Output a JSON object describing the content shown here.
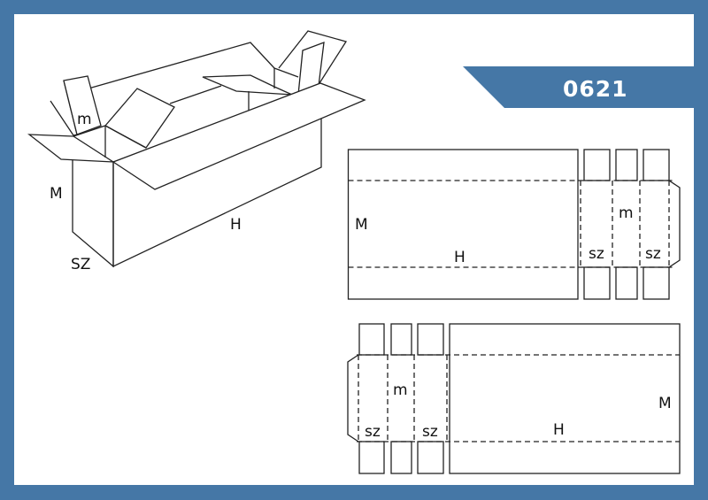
{
  "code": "0621",
  "colors": {
    "frame": "#4577a6",
    "banner": "#4577a6"
  },
  "box3d": {
    "label_m": "m",
    "label_height": "M",
    "label_length": "H",
    "label_width": "SZ"
  },
  "net_top": {
    "label_height": "M",
    "label_length": "H",
    "label_width_1": "sz",
    "label_m": "m",
    "label_width_2": "sz"
  },
  "net_bottom": {
    "label_m": "m",
    "label_height": "M",
    "label_width_1": "sz",
    "label_width_2": "sz",
    "label_length": "H"
  }
}
